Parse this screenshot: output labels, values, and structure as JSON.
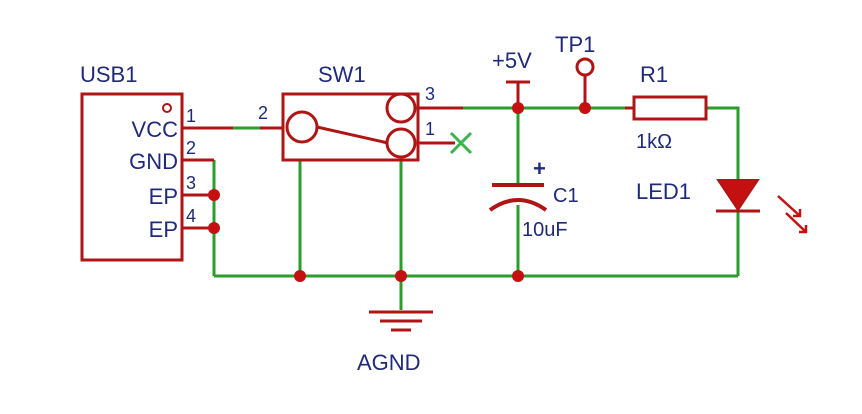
{
  "colors": {
    "wire": "#2a9d2a",
    "component": "#b01515",
    "label": "#1f2a7a",
    "junction": "#c41010",
    "no_connect": "#39b54a",
    "background": "#ffffff"
  },
  "usb": {
    "ref": "USB1",
    "pins": [
      {
        "name": "VCC",
        "number": "1"
      },
      {
        "name": "GND",
        "number": "2"
      },
      {
        "name": "EP",
        "number": "3"
      },
      {
        "name": "EP",
        "number": "4"
      }
    ]
  },
  "switch": {
    "ref": "SW1",
    "pins": {
      "left": "2",
      "top_right": "3",
      "bottom_right": "1"
    }
  },
  "power": {
    "label": "+5V"
  },
  "test_point": {
    "ref": "TP1"
  },
  "resistor": {
    "ref": "R1",
    "value": "1kΩ"
  },
  "capacitor": {
    "ref": "C1",
    "value": "10uF",
    "polarity": "+"
  },
  "led": {
    "ref": "LED1"
  },
  "ground": {
    "label": "AGND"
  }
}
